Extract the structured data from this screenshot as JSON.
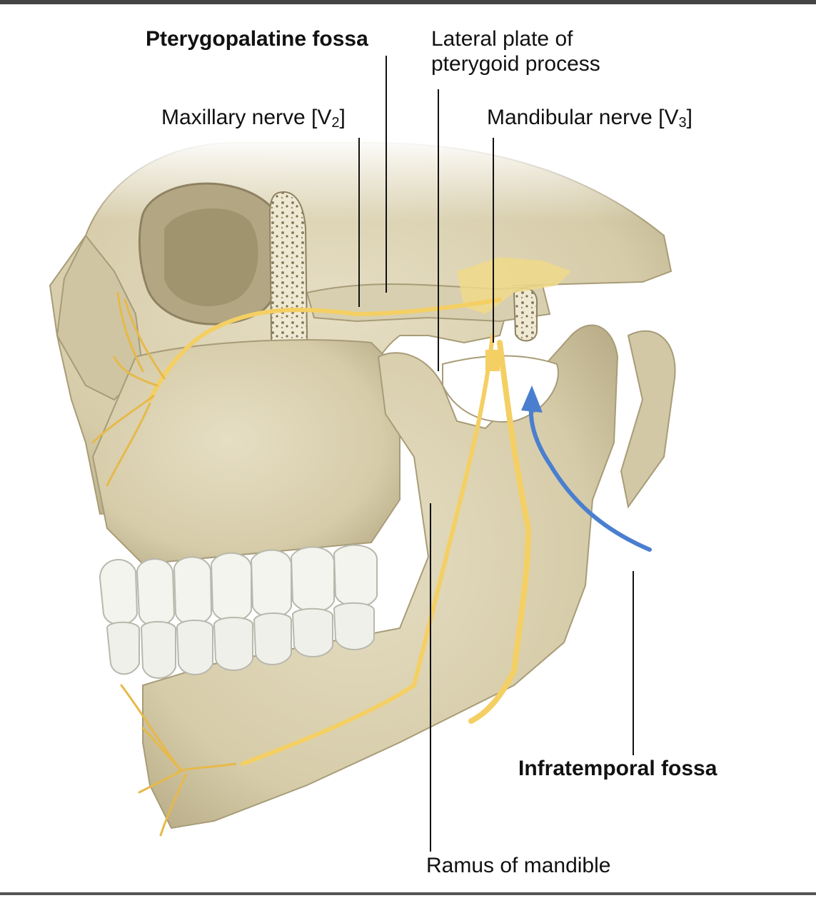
{
  "figure": {
    "labels": {
      "pterygopalatine_fossa": "Pterygopalatine fossa",
      "lateral_plate_line1": "Lateral plate of",
      "lateral_plate_line2": "pterygoid process",
      "maxillary_nerve": "Maxillary nerve [V",
      "maxillary_sub": "2",
      "mandibular_nerve": "Mandibular nerve [V",
      "mandibular_sub": "3",
      "infratemporal_fossa": "Infratemporal fossa",
      "ramus_of_mandible": "Ramus of mandible",
      "bracket_close": "]"
    },
    "colors": {
      "bone": "#d9d0b4",
      "bone_shadow": "#b9ae8d",
      "nerve": "#f4cf63",
      "arrow": "#4a7fcf",
      "teeth": "#f4f4ef",
      "leader": "#111111"
    }
  }
}
